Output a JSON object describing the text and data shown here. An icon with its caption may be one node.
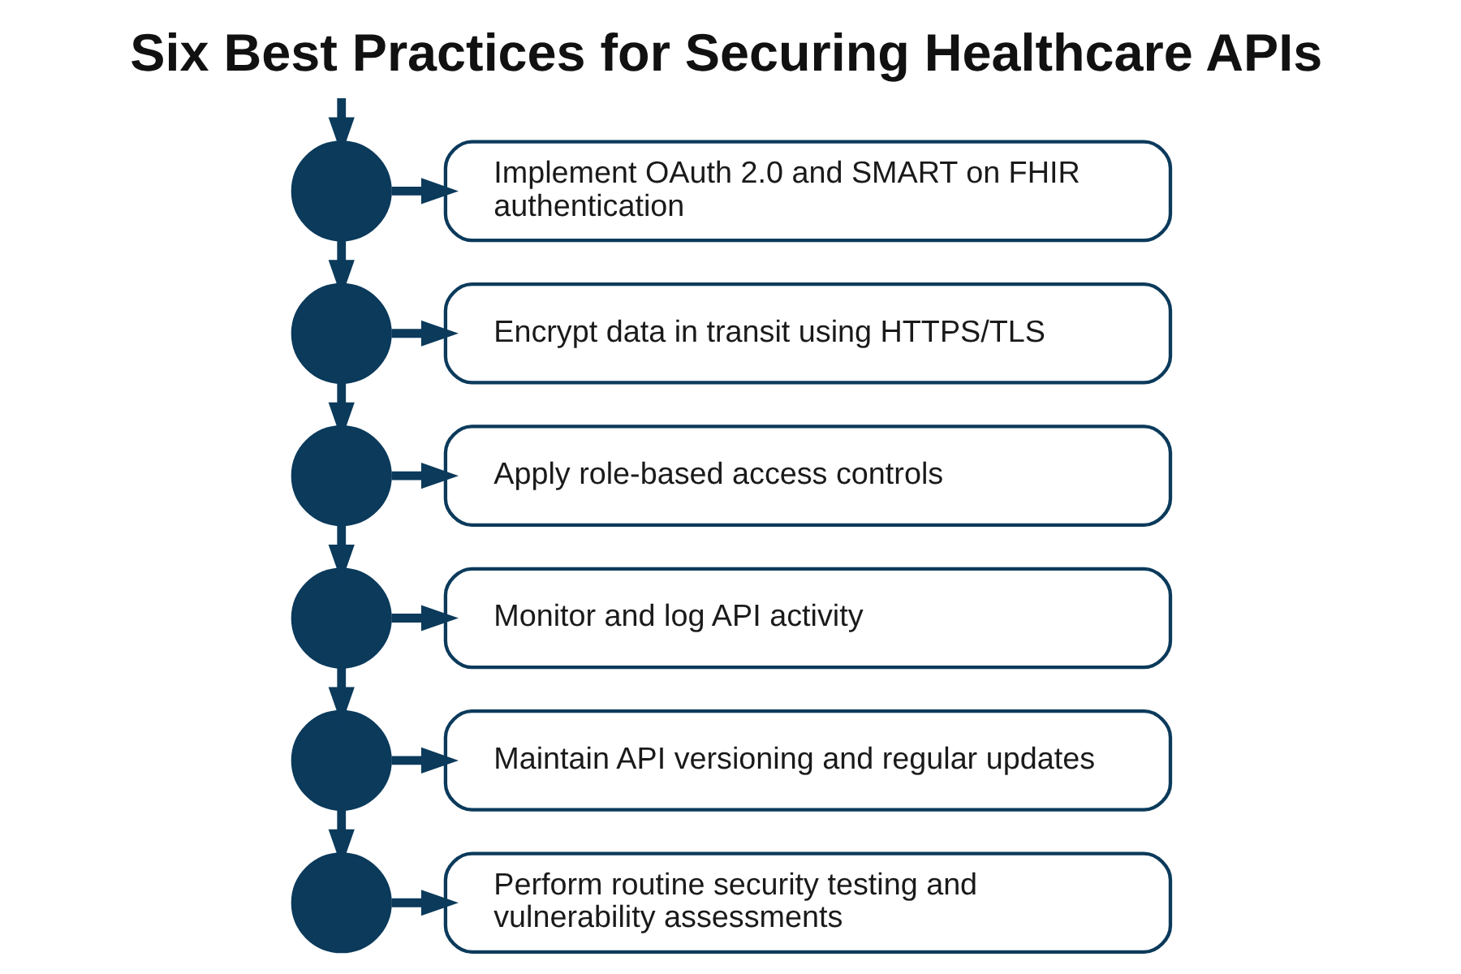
{
  "diagram": {
    "title": "Six Best Practices for Securing Healthcare APIs",
    "nodes": [
      {
        "text": [],
        "shape": "circle"
      },
      {
        "text": [
          "Implement OAuth 2.0 and SMART on FHIR authentication"
        ]
      },
      {
        "text": [],
        "shape": "circle"
      },
      {
        "text": [
          "Encrypt data in transit using HTTPS/TLS"
        ]
      },
      {
        "text": [],
        "shape": "circle"
      },
      {
        "text": [
          "Apply role-based access controls"
        ]
      },
      {
        "text": [],
        "shape": "circle"
      },
      {
        "text": [
          "Monitor and log API activity"
        ]
      },
      {
        "text": [],
        "shape": "circle"
      },
      {
        "text": [
          "Maintain API versioning and regular updates"
        ]
      },
      {
        "text": [],
        "shape": "circle"
      },
      {
        "text": [
          "Perform routine security testing and vulnerability assessments"
        ]
      }
    ],
    "edges": [
      {
        "from": null,
        "to": 0,
        "arrow": "to"
      },
      {
        "from": 0,
        "to": 1,
        "arrow": "to"
      },
      {
        "from": 0,
        "to": 2,
        "arrow": "to"
      },
      {
        "from": 2,
        "to": 3,
        "arrow": "to"
      },
      {
        "from": 2,
        "to": 4,
        "arrow": "to"
      },
      {
        "from": 4,
        "to": 5,
        "arrow": "to"
      },
      {
        "from": 4,
        "to": 6,
        "arrow": "to"
      },
      {
        "from": 6,
        "to": 7,
        "arrow": "to"
      },
      {
        "from": 6,
        "to": 8,
        "arrow": "to"
      },
      {
        "from": 8,
        "to": 9,
        "arrow": "to"
      },
      {
        "from": 8,
        "to": 10,
        "arrow": "to"
      },
      {
        "from": 10,
        "to": 11,
        "arrow": "to"
      }
    ]
  }
}
